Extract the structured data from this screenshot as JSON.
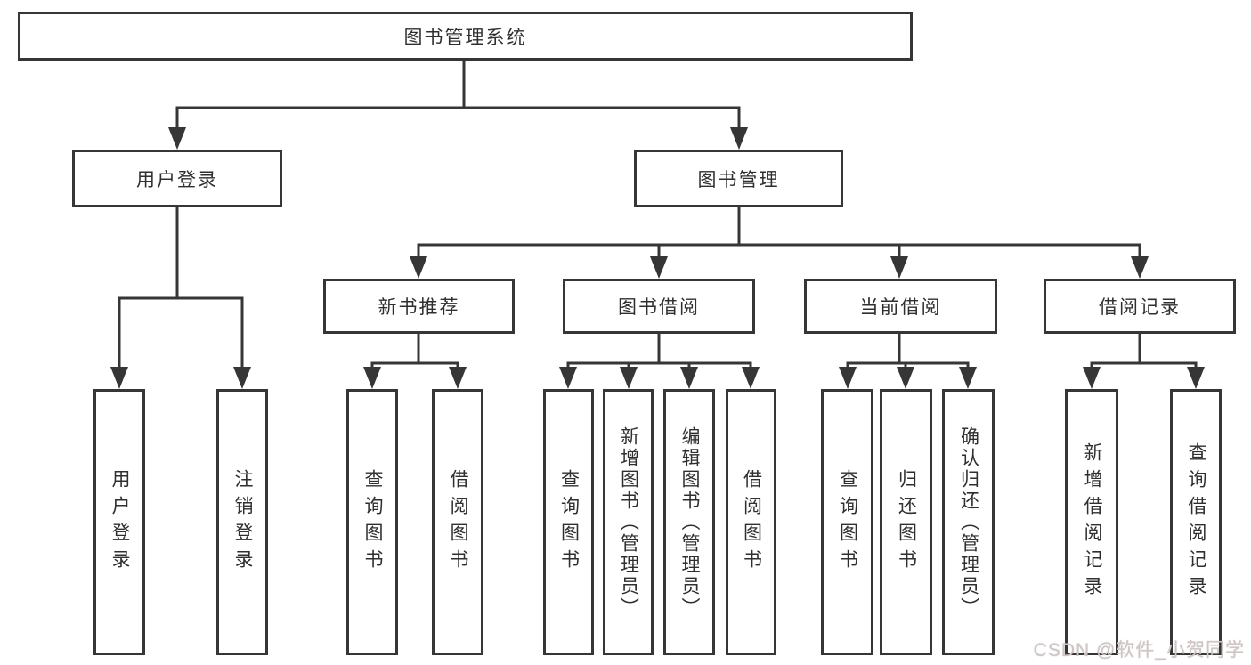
{
  "diagram": {
    "root": {
      "label": "图书管理系统"
    },
    "level2": [
      {
        "label": "用户登录"
      },
      {
        "label": "图书管理"
      }
    ],
    "user_login_children": [
      "用户登录",
      "注销登录"
    ],
    "book_management_children": [
      {
        "label": "新书推荐",
        "leaves": [
          "查询图书",
          "借阅图书"
        ]
      },
      {
        "label": "图书借阅",
        "leaves": [
          "查询图书",
          "新增图书（管理员）",
          "编辑图书（管理员）",
          "借阅图书"
        ]
      },
      {
        "label": "当前借阅",
        "leaves": [
          "查询图书",
          "归还图书",
          "确认归还（管理员）"
        ]
      },
      {
        "label": "借阅记录",
        "leaves": [
          "新增借阅记录",
          "查询借阅记录"
        ]
      }
    ],
    "colors": {
      "line": "#363636",
      "box_border": "#363636",
      "text": "#2f2f2f",
      "background": "#ffffff"
    }
  },
  "watermark": {
    "text": "CSDN @软件_小贺同学",
    "color": "#cfc5c5"
  }
}
